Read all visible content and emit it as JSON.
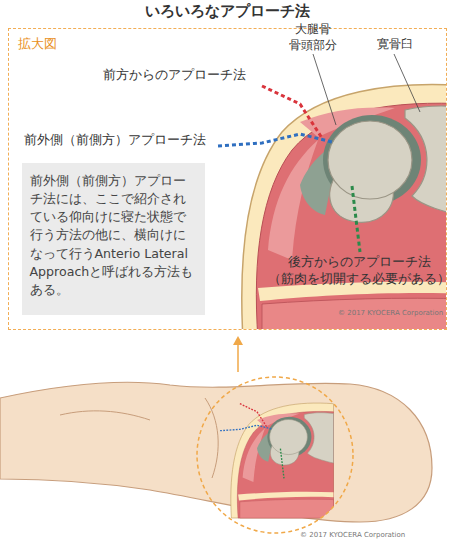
{
  "diagram": {
    "title": "いろいろなアプローチ法",
    "nodes": [
      {
        "text": [
          "拡大図"
        ]
      },
      {
        "text": [
          "前外側（前側方）アプローチ法には、ここで紹介されている仰向けに寝た状態で行う方法の他に、横向けになって行うAnterio Lateral Approachと呼ばれる方法もある。"
        ],
        "in": 0
      }
    ],
    "labels": [
      "前方からのアプローチ法",
      "大腿骨 骨頭部分",
      "寛骨臼",
      "前外側（前側方）アプローチ法",
      "後方からのアプローチ法 （筋肉を切開する必要がある）",
      "© 2017 KYOCERA Corporation",
      "© 2017 KYOCERA Corporation"
    ]
  }
}
